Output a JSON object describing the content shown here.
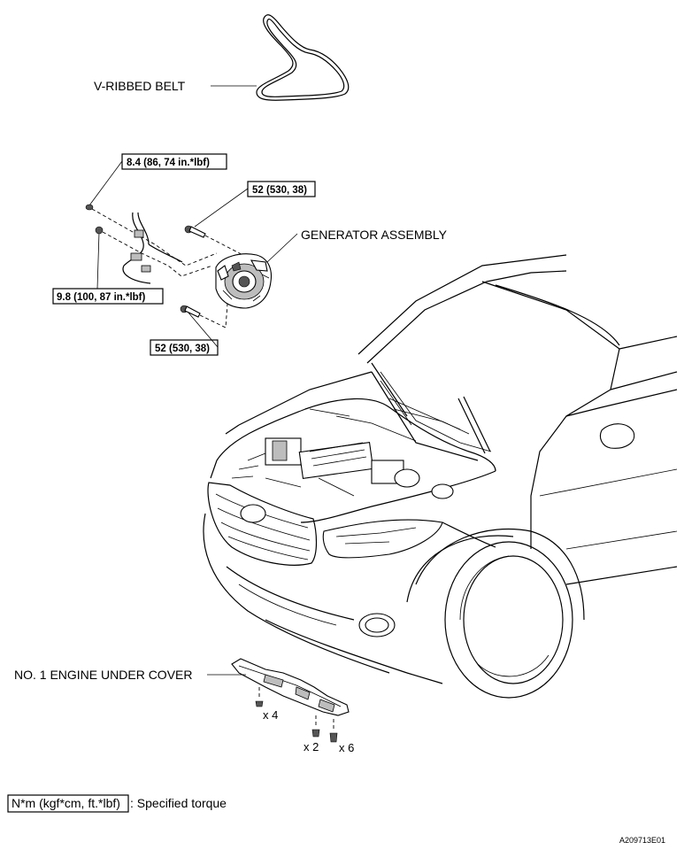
{
  "labels": {
    "v_ribbed_belt": "V-RIBBED BELT",
    "generator_assembly": "GENERATOR ASSEMBLY",
    "engine_under_cover": "NO. 1 ENGINE UNDER COVER"
  },
  "torques": {
    "top_bolt": "8.4 (86, 74 in.*lbf)",
    "upper_gen_bolt": "52 (530, 38)",
    "nut": "9.8 (100, 87 in.*lbf)",
    "lower_gen_bolt": "52 (530, 38)"
  },
  "quantities": {
    "bolts_x4": "x 4",
    "screws_x2": "x 2",
    "clips_x6": "x 6"
  },
  "legend": {
    "unit_box": "N*m (kgf*cm, ft.*lbf)",
    "description": ": Specified torque"
  },
  "figure_id": "A209713E01"
}
